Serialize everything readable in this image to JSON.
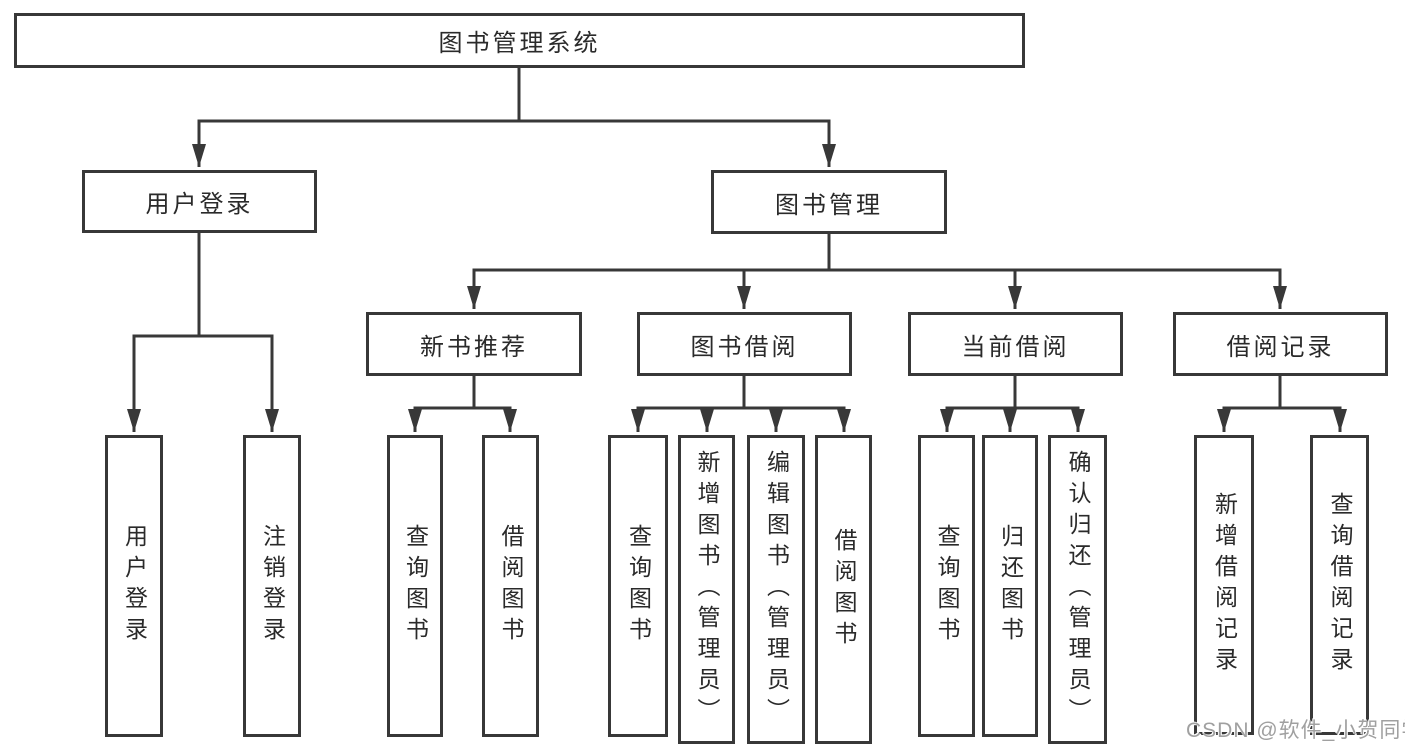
{
  "tree": {
    "label": "图书管理系统",
    "children": [
      {
        "label": "用户登录",
        "children": [
          {
            "label": "用户登录"
          },
          {
            "label": "注销登录"
          }
        ]
      },
      {
        "label": "图书管理",
        "children": [
          {
            "label": "新书推荐",
            "children": [
              {
                "label": "查询图书"
              },
              {
                "label": "借阅图书"
              }
            ]
          },
          {
            "label": "图书借阅",
            "children": [
              {
                "label": "查询图书"
              },
              {
                "label": "新增图书（管理员）"
              },
              {
                "label": "编辑图书（管理员）"
              },
              {
                "label": "借阅图书"
              }
            ]
          },
          {
            "label": "当前借阅",
            "children": [
              {
                "label": "查询图书"
              },
              {
                "label": "归还图书"
              },
              {
                "label": "确认归还（管理员）"
              }
            ]
          },
          {
            "label": "借阅记录",
            "children": [
              {
                "label": "新增借阅记录"
              },
              {
                "label": "查询借阅记录"
              }
            ]
          }
        ]
      }
    ]
  },
  "watermark": {
    "text": "CSDN @软件_小贺同学"
  },
  "colors": {
    "line": "#383838",
    "box_border": "#383838",
    "text": "#2a2a2a",
    "watermark": "#a0a0a0",
    "background": "#ffffff"
  }
}
